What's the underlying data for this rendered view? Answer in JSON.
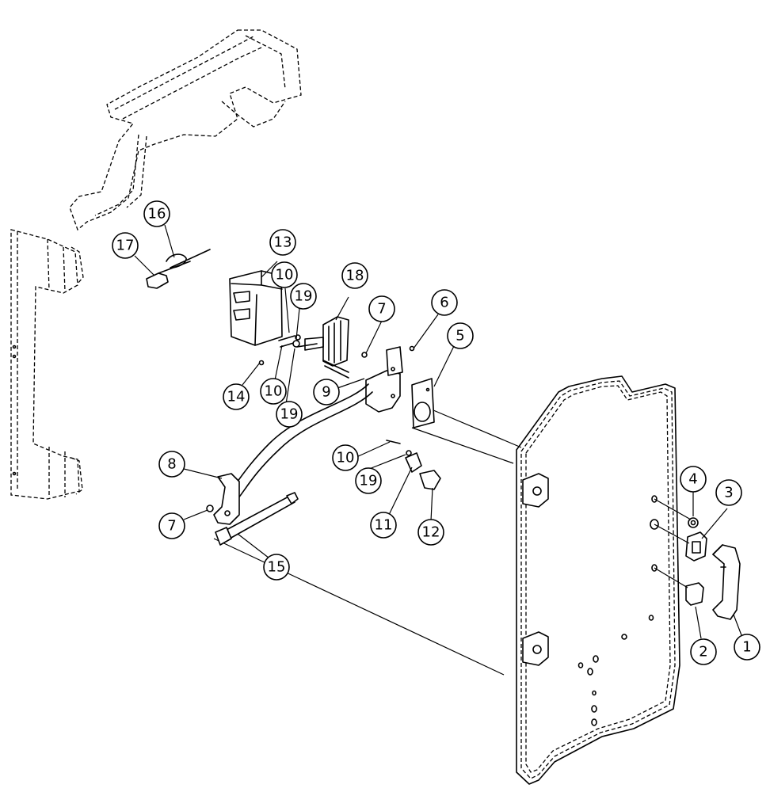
{
  "callouts": [
    {
      "id": "c1",
      "label": "1"
    },
    {
      "id": "c2",
      "label": "2"
    },
    {
      "id": "c3",
      "label": "3"
    },
    {
      "id": "c4",
      "label": "4"
    },
    {
      "id": "c5",
      "label": "5"
    },
    {
      "id": "c6",
      "label": "6"
    },
    {
      "id": "c7a",
      "label": "7"
    },
    {
      "id": "c7b",
      "label": "7"
    },
    {
      "id": "c8",
      "label": "8"
    },
    {
      "id": "c9",
      "label": "9"
    },
    {
      "id": "c10a",
      "label": "10"
    },
    {
      "id": "c10b",
      "label": "10"
    },
    {
      "id": "c10c",
      "label": "10"
    },
    {
      "id": "c11",
      "label": "11"
    },
    {
      "id": "c12",
      "label": "12"
    },
    {
      "id": "c13",
      "label": "13"
    },
    {
      "id": "c14",
      "label": "14"
    },
    {
      "id": "c15",
      "label": "15"
    },
    {
      "id": "c16",
      "label": "16"
    },
    {
      "id": "c17",
      "label": "17"
    },
    {
      "id": "c18",
      "label": "18"
    },
    {
      "id": "c19a",
      "label": "19"
    },
    {
      "id": "c19b",
      "label": "19"
    },
    {
      "id": "c19c",
      "label": "19"
    }
  ]
}
